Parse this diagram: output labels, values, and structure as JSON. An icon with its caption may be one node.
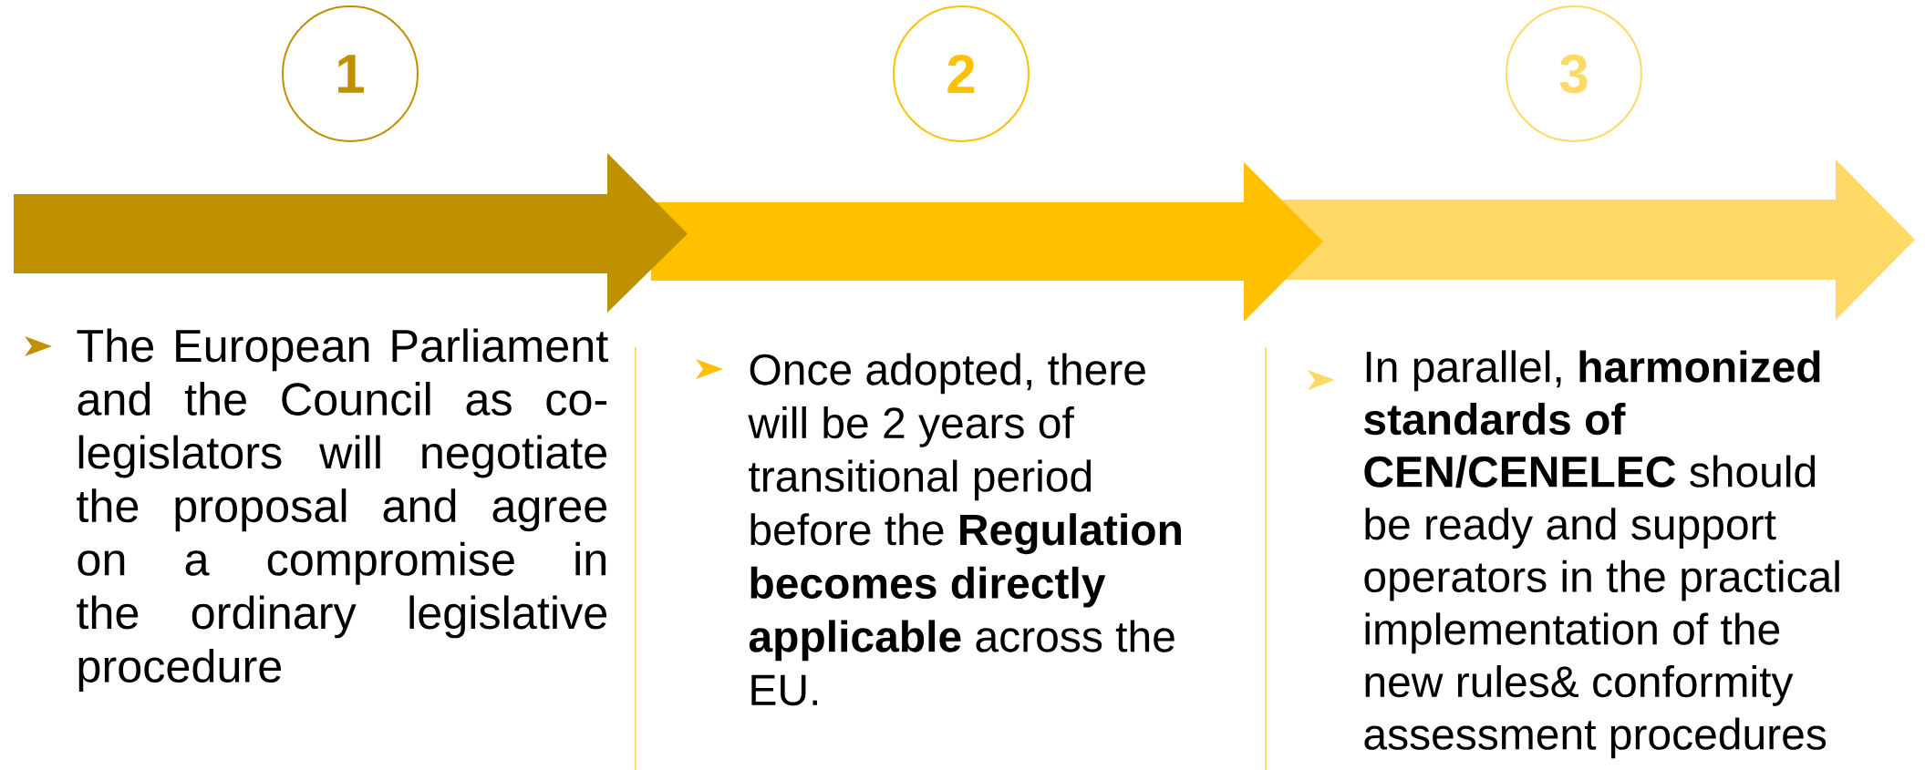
{
  "diagram": {
    "nodes": [
      {
        "text": [
          "1"
        ]
      },
      {
        "text": [
          "2"
        ]
      },
      {
        "text": [
          "3"
        ]
      }
    ],
    "labels": [
      "The European Parliament and the Council as co-legislators will negotiate the proposal and agree on a compromise in the ordinary legislative procedure",
      "Once adopted, there will be 2 years of transitional period before the **Regulation becomes directly applicable** across the EU.",
      "In parallel, **harmonized standards of CEN/CENELEC** should be ready and support operators in the practical implementation of the new rules& conformity assessment procedures"
    ]
  }
}
